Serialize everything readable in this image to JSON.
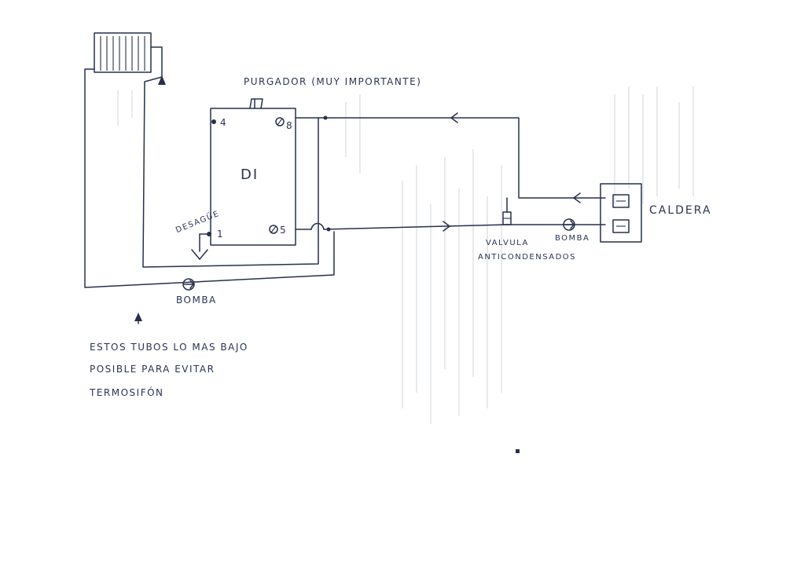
{
  "labels": {
    "purgador": "PURGADOR (MUY IMPORTANTE)",
    "tank": "DI",
    "port_4": "4",
    "port_8": "8",
    "port_1": "1",
    "port_5": "5",
    "desague": "DESAGÜE",
    "bomba_left": "BOMBA",
    "bomba_right": "BOMBA",
    "valvula_line1": "VALVULA",
    "valvula_line2": "ANTICONDENSADOS",
    "caldera": "CALDERA",
    "note_line1": "ESTOS TUBOS LO MAS BAJO",
    "note_line2": "POSIBLE PARA EVITAR",
    "note_line3": "TERMOSIFÓN"
  },
  "colors": {
    "ink": "#27304d",
    "paper": "#ffffff",
    "bleed_through": "#d5d9e0"
  }
}
